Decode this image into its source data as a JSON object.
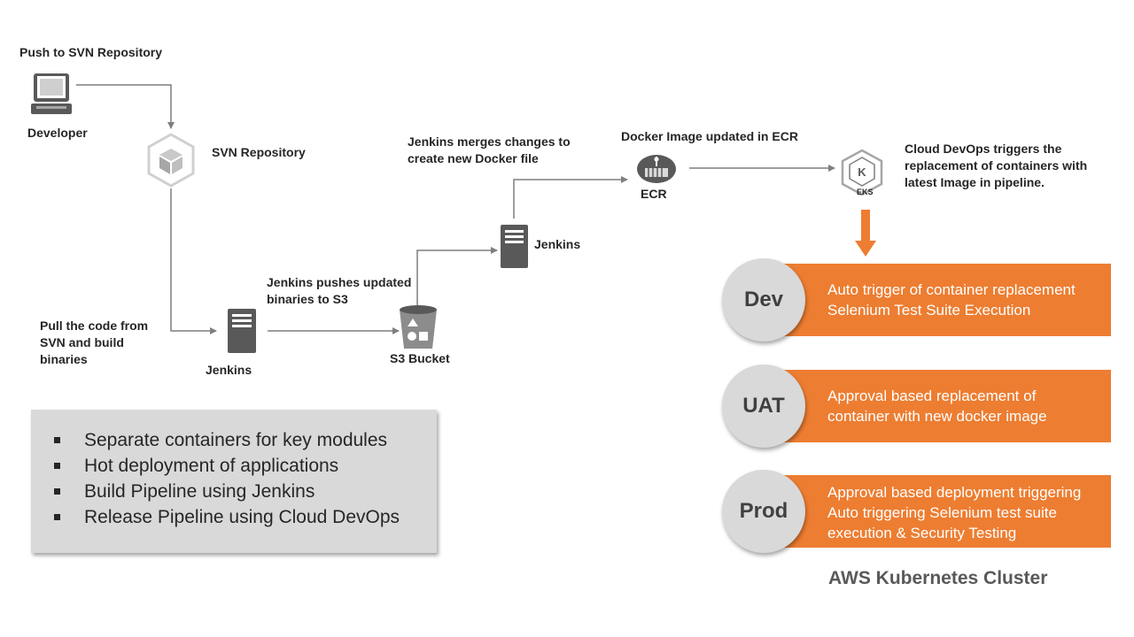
{
  "labels": {
    "push": "Push to SVN Repository",
    "developer": "Developer",
    "svn_repo": "SVN Repository",
    "pull_lines": [
      "Pull the code from",
      "SVN  and build",
      "binaries"
    ],
    "jenkins_build": "Jenkins",
    "push_s3_lines": [
      "Jenkins pushes updated",
      "binaries  to  S3"
    ],
    "s3_bucket": "S3 Bucket",
    "jenkins_docker": "Jenkins",
    "merge_lines": [
      "Jenkins merges changes to",
      "create new Docker file"
    ],
    "docker_updated": "Docker Image updated in ECR",
    "ecr": "ECR",
    "eks_badge": "EKS",
    "cloud_lines": [
      "Cloud DevOps triggers  the",
      "replacement of containers with",
      "latest Image in pipeline."
    ]
  },
  "bullets": [
    "Separate containers for key modules",
    "Hot deployment of applications",
    "Build Pipeline using Jenkins",
    "Release Pipeline using Cloud DevOps"
  ],
  "stages": [
    {
      "name": "Dev",
      "lines": [
        "Auto trigger of container replacement",
        "Selenium Test Suite Execution"
      ]
    },
    {
      "name": "UAT",
      "lines": [
        "Approval based replacement of",
        "container with new docker image"
      ]
    },
    {
      "name": "Prod",
      "lines": [
        "Approval based deployment triggering",
        "Auto triggering Selenium test suite",
        "execution & Security Testing"
      ]
    }
  ],
  "cluster_label": "AWS Kubernetes Cluster",
  "colors": {
    "accent_orange": "#ed7d31",
    "icon_gray": "#595959",
    "circle_gray": "#d9d9d9",
    "connector": "#7f7f7f"
  }
}
